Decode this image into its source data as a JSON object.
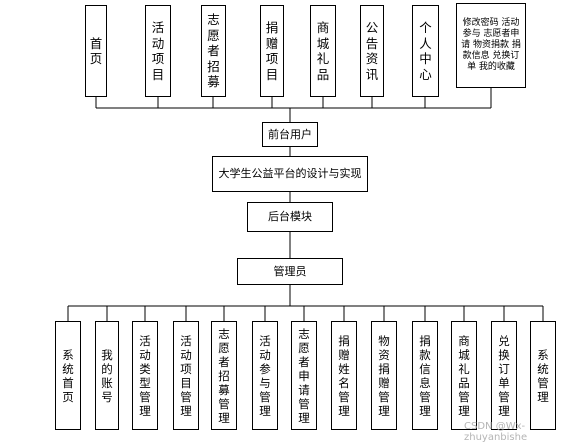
{
  "top_modules": [
    {
      "label": "首页"
    },
    {
      "label": "活动项目"
    },
    {
      "label": "志愿者招募"
    },
    {
      "label": "捐赠项目"
    },
    {
      "label": "商城礼品"
    },
    {
      "label": "公告资讯"
    },
    {
      "label": "个人中心"
    }
  ],
  "personal_center_details": "修改密码 活动参与 志愿者申请 物资捐款 捐款信息 兑换订单 我的收藏",
  "front_user": "前台用户",
  "system_title": "大学生公益平台的设计与实现",
  "backend_module": "后台模块",
  "admin": "管理员",
  "bottom_modules": [
    {
      "label": "系统首页"
    },
    {
      "label": "我的账号"
    },
    {
      "label": "活动类型管理"
    },
    {
      "label": "活动项目管理"
    },
    {
      "label": "志愿者招募管理"
    },
    {
      "label": "活动参与管理"
    },
    {
      "label": "志愿者申请管理"
    },
    {
      "label": "捐赠姓名管理"
    },
    {
      "label": "物资捐赠管理"
    },
    {
      "label": "捐款信息管理"
    },
    {
      "label": "商城礼品管理"
    },
    {
      "label": "兑换订单管理"
    },
    {
      "label": "系统管理"
    }
  ],
  "watermark": "CSDN @Wx-zhuyanbishe"
}
